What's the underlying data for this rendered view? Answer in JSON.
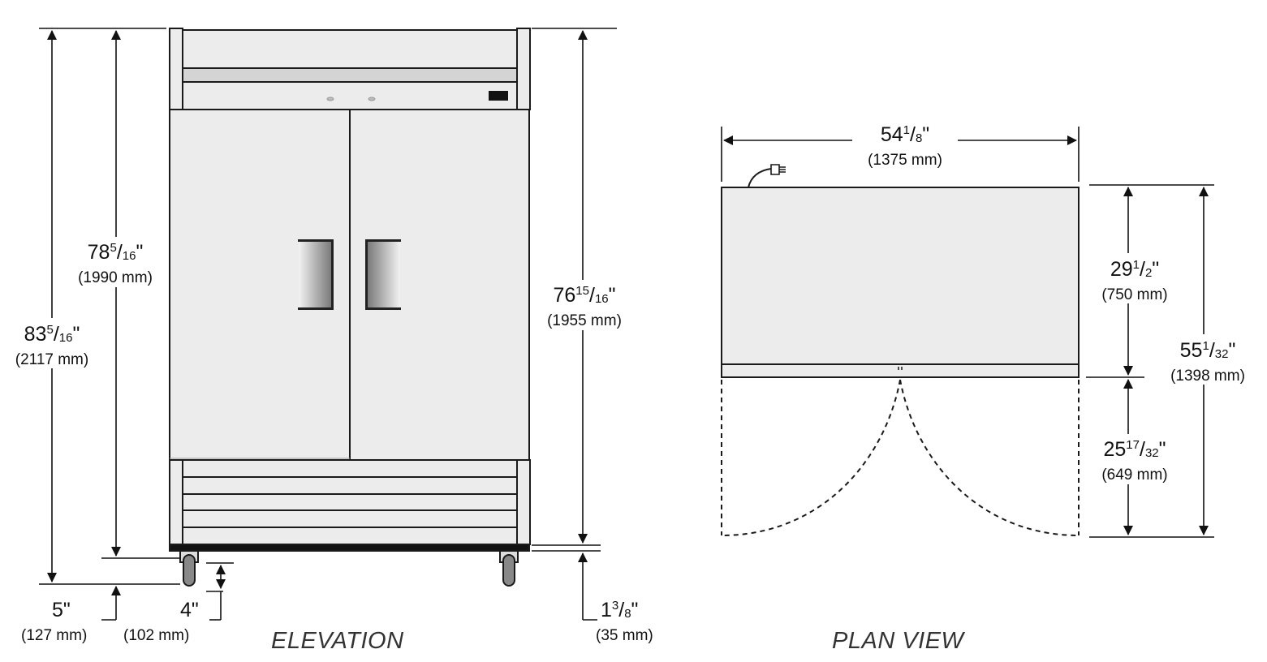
{
  "views": {
    "elevation_caption": "ELEVATION",
    "plan_caption": "PLAN VIEW"
  },
  "dimensions": {
    "overall_height": {
      "whole": "83",
      "num": "5",
      "den": "16",
      "unit": "\"",
      "metric": "(2117 mm)"
    },
    "cabinet_height": {
      "whole": "78",
      "num": "5",
      "den": "16",
      "unit": "\"",
      "metric": "(1990 mm)"
    },
    "right_height": {
      "whole": "76",
      "num": "15",
      "den": "16",
      "unit": "\"",
      "metric": "(1955 mm)"
    },
    "caster_clearance": {
      "whole": "5",
      "unit": "\"",
      "metric": "(127 mm)"
    },
    "caster_height": {
      "whole": "4",
      "unit": "\"",
      "metric": "(102 mm)"
    },
    "floor_offset": {
      "whole": "1",
      "num": "3",
      "den": "8",
      "unit": "\"",
      "metric": "(35 mm)"
    },
    "width": {
      "whole": "54",
      "num": "1",
      "den": "8",
      "unit": "\"",
      "metric": "(1375 mm)"
    },
    "depth": {
      "whole": "29",
      "num": "1",
      "den": "2",
      "unit": "\"",
      "metric": "(750 mm)"
    },
    "door_swing": {
      "whole": "25",
      "num": "17",
      "den": "32",
      "unit": "\"",
      "metric": "(649 mm)"
    },
    "total_depth": {
      "whole": "55",
      "num": "1",
      "den": "32",
      "unit": "\"",
      "metric": "(1398 mm)"
    }
  },
  "colors": {
    "line": "#1a1a1a",
    "panel": "#ececec",
    "panel_light": "#f2f2f2",
    "handle_dark": "#8a8a8a"
  }
}
